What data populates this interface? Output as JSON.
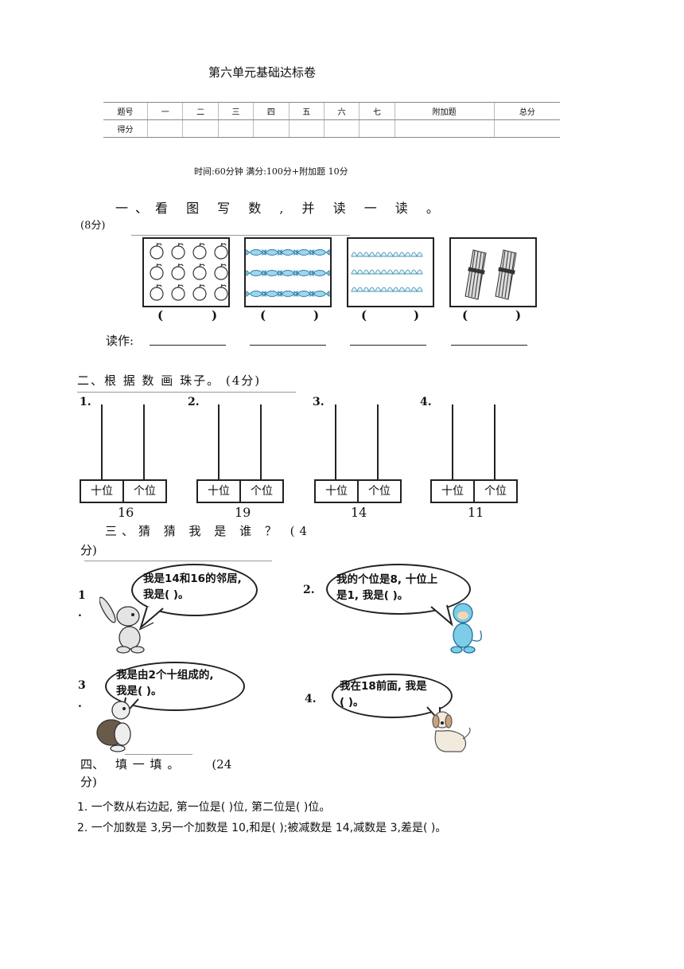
{
  "title": "第六单元基础达标卷",
  "score_table": {
    "header": [
      "题号",
      "一",
      "二",
      "三",
      "四",
      "五",
      "六",
      "七",
      "附加题",
      "总分"
    ],
    "row2_label": "得分"
  },
  "meta": "时间:60分钟    满分:100分+附加题 10分",
  "section1": {
    "title": "一、看 图 写 数 , 并 读 一 读 。",
    "points": "(8分)",
    "paren_left": "(",
    "paren_right": ")",
    "read_label": "读作:"
  },
  "section2": {
    "title": "二、根 据 数 画 珠子。   (4分)",
    "items": [
      {
        "num": "1.",
        "tens": "十位",
        "ones": "个位",
        "value": "16"
      },
      {
        "num": "2.",
        "tens": "十位",
        "ones": "个位",
        "value": "19"
      },
      {
        "num": "3.",
        "tens": "十位",
        "ones": "个位",
        "value": "14"
      },
      {
        "num": "4.",
        "tens": "十位",
        "ones": "个位",
        "value": "11"
      }
    ]
  },
  "section3": {
    "title": "三、猜 猜 我 是 谁 ？ (4",
    "title_cont": "分)",
    "items": [
      {
        "num": "1",
        "dot": ".",
        "line1": "我是14和16的邻居,",
        "line2": "我是(      )。"
      },
      {
        "num": "2.",
        "line1": "我的个位是8, 十位上",
        "line2": "是1, 我是(      )。"
      },
      {
        "num": "3",
        "dot": ".",
        "line1": "我是由2个十组成的,",
        "line2": "我是(      )。"
      },
      {
        "num": "4.",
        "line1": "我在18前面, 我是",
        "line2": "(      )。"
      }
    ]
  },
  "section4": {
    "title_a": "四、",
    "title_b": "填   一   填   。",
    "title_c": "(24",
    "title_cont": "分)",
    "q1": "1.  一个数从右边起, 第一位是(        )位, 第二位是(        )位。",
    "q2": "2.  一个加数是  3,另一个加数是  10,和是(        );被减数是  14,减数是  3,差是(        )。"
  }
}
